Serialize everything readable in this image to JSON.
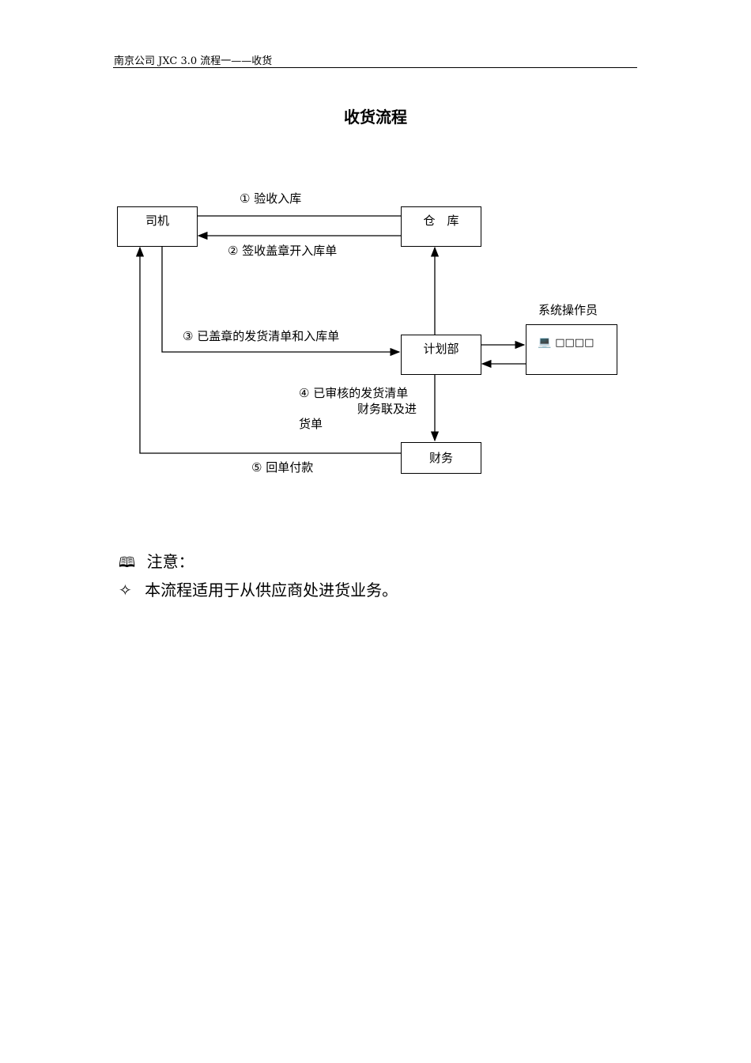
{
  "header": {
    "text": "南京公司 JXC 3.0 流程一——收货"
  },
  "title": "收货流程",
  "diagram": {
    "nodes": {
      "driver": "司机",
      "warehouse": "仓　库",
      "planning": "计划部",
      "finance": "财务",
      "operator_label": "系统操作员",
      "operator_box_text": "□□□□"
    },
    "edges": {
      "e1": "①  验收入库",
      "e2": "②  签收盖章开入库单",
      "e3": "③  已盖章的发货清单和入库单",
      "e4_line1": "④ 已审核的发货清单",
      "e4_line2": "财务联及进",
      "e4_line3": "货单",
      "e5": "⑤  回单付款"
    }
  },
  "notes": {
    "heading": "注意：",
    "items": [
      "本流程适用于从供应商处进货业务。"
    ]
  }
}
